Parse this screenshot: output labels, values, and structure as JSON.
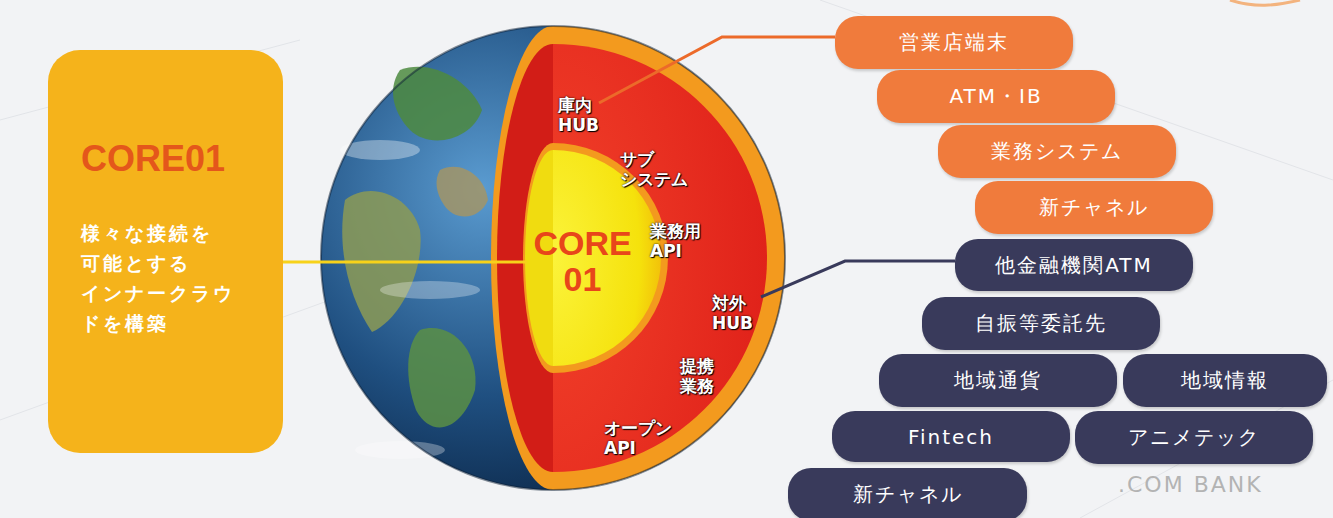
{
  "diagram": {
    "nodes": [
      {
        "text": [
          "CORE01",
          "様々な接続を 可能とする インナークラウ ドを構築"
        ]
      },
      {
        "text": [
          "CORE 01"
        ]
      },
      {
        "text": [
          "営業店端末"
        ]
      },
      {
        "text": [
          "ATM・IB"
        ]
      },
      {
        "text": [
          "業務システム"
        ]
      },
      {
        "text": [
          "新チャネル"
        ]
      },
      {
        "text": [
          "他金融機関ATM"
        ]
      },
      {
        "text": [
          "自振等委託先"
        ]
      },
      {
        "text": [
          "地域通貨"
        ]
      },
      {
        "text": [
          "地域情報"
        ]
      },
      {
        "text": [
          "Fintech"
        ]
      },
      {
        "text": [
          "アニメテック"
        ]
      },
      {
        "text": [
          "新チャネル"
        ]
      }
    ],
    "edges": [
      {
        "from": 0,
        "to": 1,
        "arrow": "none"
      }
    ],
    "labels": [
      "庫内 HUB",
      "サブ システム",
      "業務用 API",
      "対外 HUB",
      "提携 業務",
      "オープン API",
      ".COM BANK"
    ]
  }
}
